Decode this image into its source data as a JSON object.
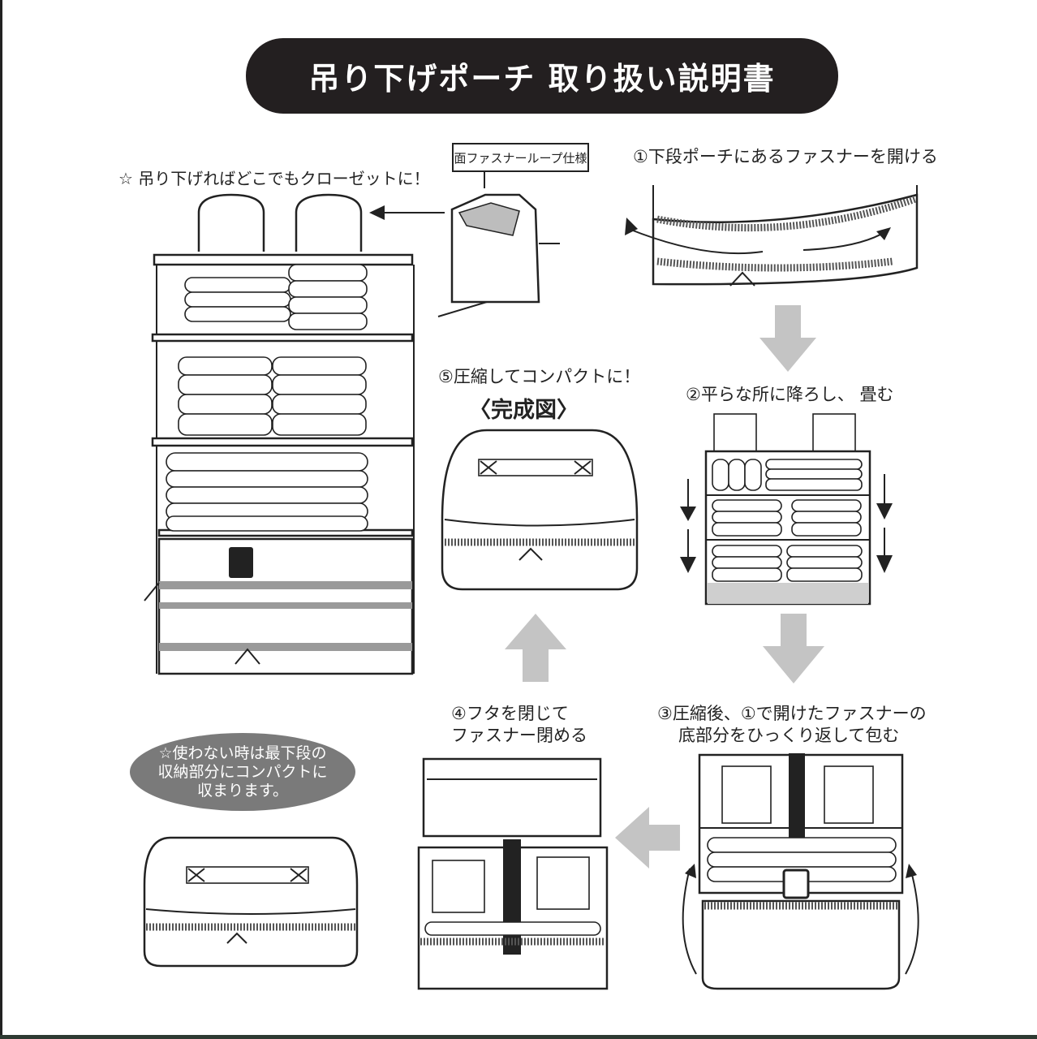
{
  "title": "吊り下げポーチ 取り扱い説明書",
  "intro": "☆ 吊り下げればどこでもクローゼットに！",
  "note_label": "面ファスナーループ仕様",
  "steps": {
    "s1": "①下段ポーチにあるファスナーを開ける",
    "s2": "②平らな所に降ろし、 畳む",
    "s3_line1": "③圧縮後、①で開けたファスナーの",
    "s3_line2": "底部分をひっくり返して包む",
    "s4_line1": "④フタを閉じて",
    "s4_line2": "ファスナー閉める",
    "s5": "⑤圧縮してコンパクトに！",
    "s5_sub": "〈完成図〉"
  },
  "tip": {
    "line1": "☆使わない時は最下段の",
    "line2": "収納部分にコンパクトに",
    "line3": "収まります。"
  },
  "colors": {
    "title_bg": "#231f20",
    "title_text": "#ffffff",
    "flow_arrow": "#c4c4c4",
    "oval_bg": "#7a7a7a"
  }
}
